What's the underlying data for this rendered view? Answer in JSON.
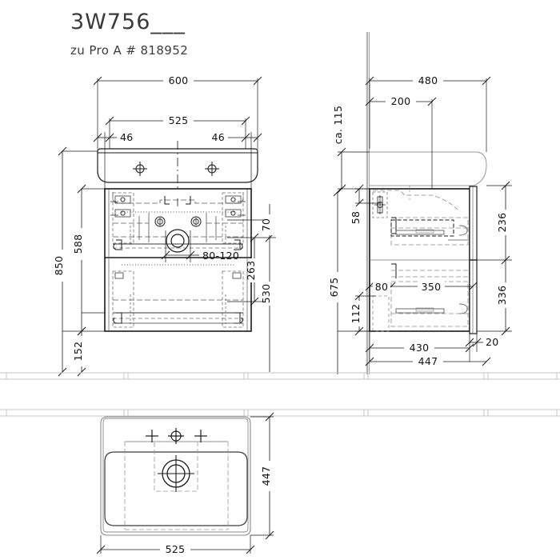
{
  "sheet": {
    "title": "3W756___",
    "subtitle": "zu Pro A # 818952",
    "line_color": "#1a1a1a",
    "thin_color": "#8c8c8c",
    "hidden_color": "#7a7a7a",
    "tile_color": "#b9b9b9"
  },
  "views": {
    "front": {
      "name": "front-elevation"
    },
    "side": {
      "name": "side-elevation"
    },
    "top": {
      "name": "top-view"
    }
  },
  "dimensions": {
    "front": {
      "top_overall": "600",
      "top_inner": "525",
      "top_left_offset": "46",
      "top_right_offset": "46",
      "left_overall": "850",
      "left_upper": "588",
      "left_lower": "152",
      "right_upper": "70",
      "right_mid": "263",
      "right_lower": "530",
      "center_range": "80-120"
    },
    "side": {
      "top_overall": "480",
      "top_inner": "200",
      "left_gap": "ca. 115",
      "left_small": "58",
      "left_overall": "675",
      "left_lower": "112",
      "bottom_inner": "80",
      "bottom_mid": "350",
      "bottom_430": "430",
      "bottom_447": "447",
      "bottom_right": "20",
      "right_upper": "236",
      "right_lower": "336"
    },
    "top": {
      "width": "525",
      "depth": "447"
    }
  },
  "icons": {
    "tap_hole": "crosshair-icon",
    "drain": "drain-circle-icon",
    "fixing_point": "fixing-point-icon",
    "dim_tick": "dimension-tick-icon"
  }
}
